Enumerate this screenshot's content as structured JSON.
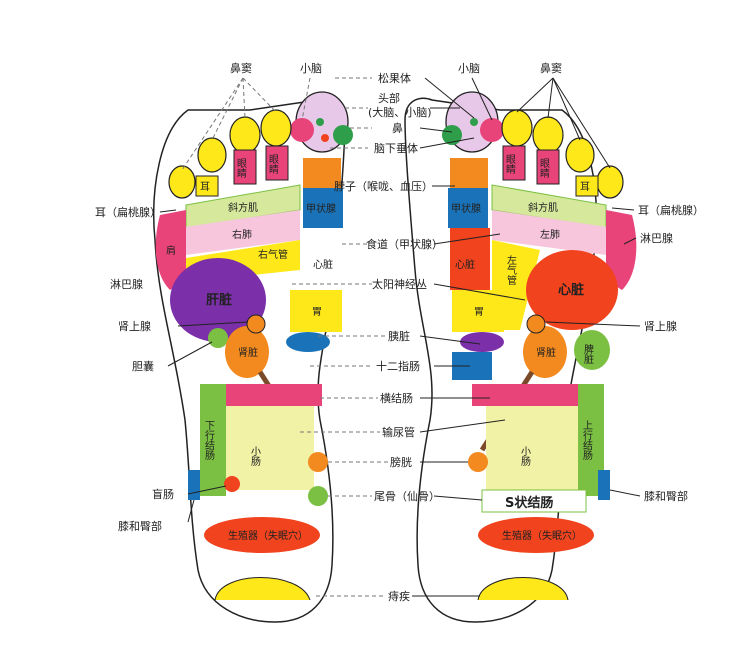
{
  "labels": {
    "sinus": "鼻窦",
    "cerebellum": "小脑",
    "pineal": "松果体",
    "head": "头部",
    "head_sub": "(大脑、小脑)",
    "nose": "鼻",
    "hypothalamus": "脑下垂体",
    "neck": "脖子（喉咙、血压）",
    "thyroid_left": "甲状腺",
    "thyroid_right": "甲状腺",
    "ear_tonsil": "耳（扁桃腺）",
    "shoulder": "肩",
    "lymph": "淋巴腺",
    "adrenal": "肾上腺",
    "gallbladder": "胆囊",
    "esophagus": "食道（甲状腺）",
    "solar_plexus": "太阳神经丛",
    "pancreas": "胰脏",
    "duodenum": "十二指肠",
    "transverse_colon": "横结肠",
    "ureter": "输尿管",
    "bladder": "膀胱",
    "coccyx": "尾骨（仙骨）",
    "cecum": "盲肠",
    "knee_hip": "膝和臀部",
    "hemorrhoids": "痔疾"
  },
  "zones": {
    "eye": "眼睛",
    "ear": "耳",
    "trapezius": "斜方肌",
    "right_lung": "右肺",
    "left_lung": "左肺",
    "shoulder": "肩",
    "right_bronchus": "右气管",
    "left_bronchus": "左气管",
    "liver": "肝脏",
    "heart": "心脏",
    "stomach": "胃",
    "kidney": "肾脏",
    "spleen": "脾脏",
    "descending_colon": "下行结肠",
    "ascending_colon": "上行结肠",
    "small_intestine": "小肠",
    "sigmoid_colon": "S状结肠",
    "genitals": "生殖器（失眠穴）",
    "thyroid": "甲状腺"
  },
  "colors": {
    "yellow": "#FFE81A",
    "pink": "#E8447A",
    "purple": "#7B2FA8",
    "red": "#F0431E",
    "orange": "#F38A1F",
    "green": "#7BC043",
    "blue": "#1A73B8",
    "lavender": "#D9A8D9",
    "lightgreen": "#D6E89C",
    "cream": "#FFFDD0"
  }
}
